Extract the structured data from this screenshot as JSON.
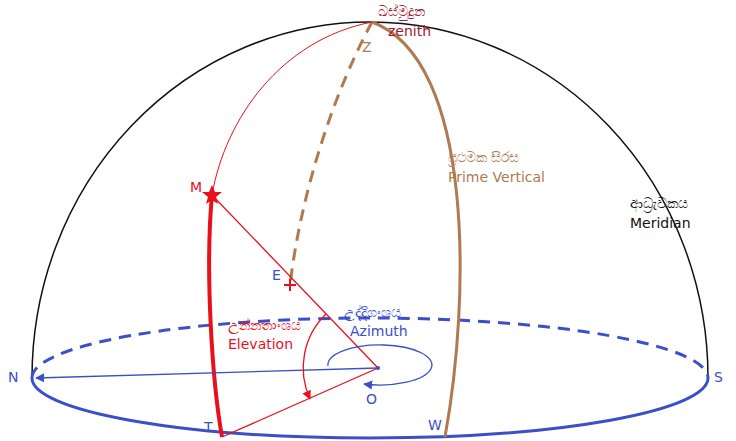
{
  "diagram": {
    "labels": [
      "ඛස්මුදුන",
      "zenith",
      "Z",
      "ප්‍රථමක සිරස",
      "Prime Vertical",
      "ආධ්‍රැවකය",
      "Meridian",
      "M",
      "E",
      "උන්නතාංශය",
      "Elevation",
      "උද්දිගංශය",
      "Azimuth",
      "N",
      "O",
      "S",
      "T",
      "W"
    ]
  }
}
